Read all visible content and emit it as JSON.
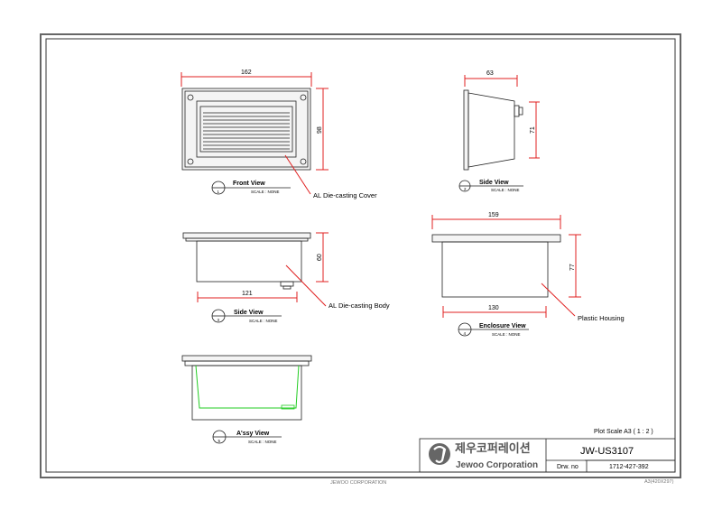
{
  "drawing": {
    "footer_center": "JEWOO CORPORATION",
    "footer_right": "A3(420X297)"
  },
  "views": {
    "front": {
      "number": "1",
      "title": "Front View",
      "scale": "SCALE : NONE",
      "dim_width": "162",
      "dim_height": "98",
      "callout": "AL Die-casting Cover"
    },
    "side_top": {
      "number": "2",
      "title": "Side View",
      "scale": "SCALE : NONE",
      "dim_width": "63",
      "dim_height": "71"
    },
    "side": {
      "number": "3",
      "title": "Side View",
      "scale": "SCALE : NONE",
      "dim_width": "121",
      "dim_height": "60",
      "callout": "AL Die-casting Body"
    },
    "enclosure": {
      "number": "4",
      "title": "Enclosure View",
      "scale": "SCALE : NONE",
      "dim_top": "159",
      "dim_bottom": "130",
      "dim_height": "77",
      "callout": "Plastic Housing"
    },
    "assy": {
      "number": "5",
      "title": "A'ssy View",
      "scale": "SCALE : NONE"
    }
  },
  "title_block": {
    "plot_scale": "Plot Scale   A3 ( 1 : 2 )",
    "company_kr": "제우코퍼레이션",
    "company_en": "Jewoo Corporation",
    "model": "JW-US3107",
    "drw_label": "Drw. no",
    "drw_number": "1712-427-392"
  },
  "colors": {
    "dimension": "#e02020",
    "assy_outline": "#22cc22"
  }
}
